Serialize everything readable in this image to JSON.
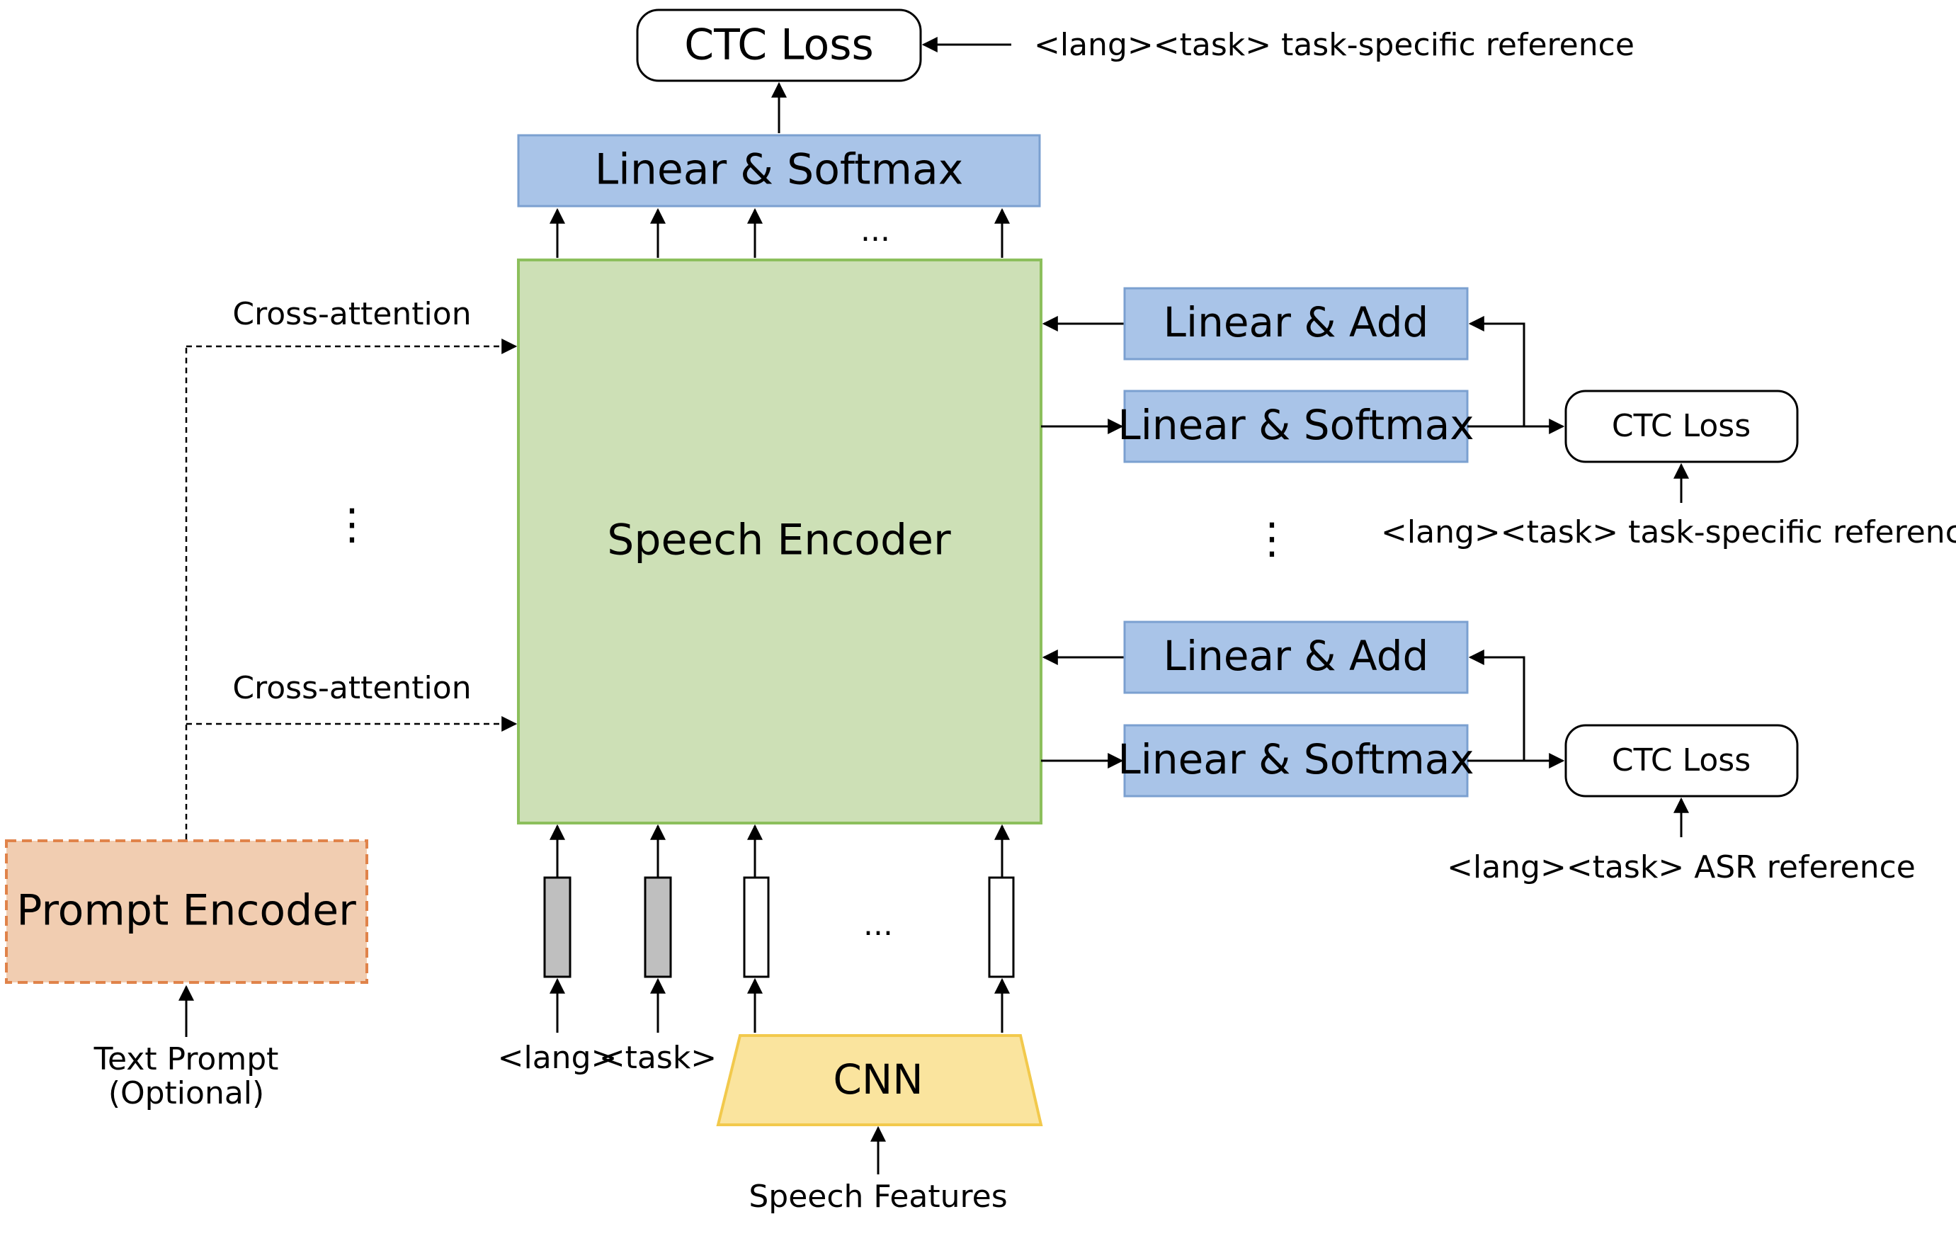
{
  "colors": {
    "linear_fill": "#a9c4e8",
    "linear_stroke": "#7ba0d0",
    "encoder_fill": "#cde0b6",
    "encoder_stroke": "#8cbf5c",
    "prompt_fill": "#f1cdb1",
    "prompt_stroke": "#e0834a",
    "cnn_fill": "#fae49e",
    "cnn_stroke": "#f2c94c",
    "token_gray": "#bfbfbf"
  },
  "top": {
    "ctc_loss": "CTC Loss",
    "reference": "<lang><task> task-specific reference",
    "linear_softmax": "Linear & Softmax",
    "ellipsis": "..."
  },
  "encoder": {
    "label": "Speech Encoder"
  },
  "left": {
    "cross_attention_top": "Cross-attention",
    "cross_attention_bottom": "Cross-attention",
    "vertical_ellipsis": "⋮",
    "prompt_encoder": "Prompt Encoder",
    "text_prompt_line1": "Text Prompt",
    "text_prompt_line2": "(Optional)"
  },
  "right_upper": {
    "linear_add": "Linear & Add",
    "linear_softmax": "Linear & Softmax",
    "ctc_loss": "CTC Loss",
    "reference": "<lang><task> task-specific reference"
  },
  "right_middle": {
    "vertical_ellipsis": "⋮"
  },
  "right_lower": {
    "linear_add": "Linear & Add",
    "linear_softmax": "Linear & Softmax",
    "ctc_loss": "CTC Loss",
    "reference": "<lang><task> ASR reference"
  },
  "bottom": {
    "lang_token": "<lang>",
    "task_token": "<task>",
    "ellipsis": "...",
    "cnn": "CNN",
    "speech_features": "Speech Features"
  }
}
